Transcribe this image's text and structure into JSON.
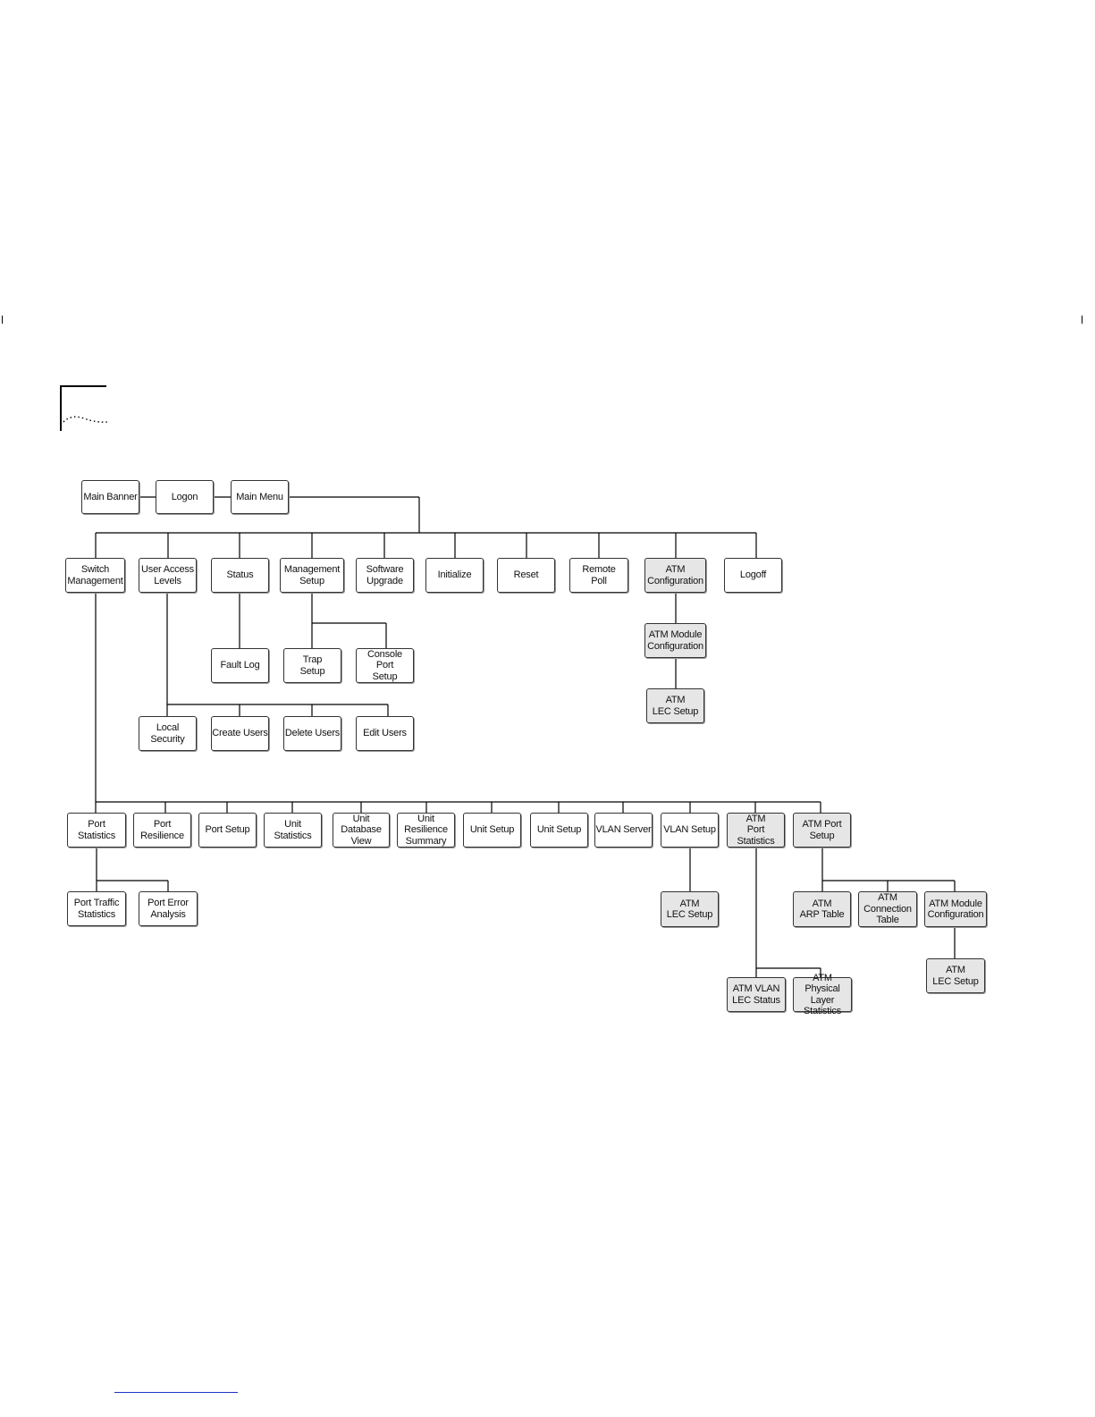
{
  "colors": {
    "line": "#000000",
    "box_border": "#333333",
    "atm_fill": "#e6e6e6",
    "plain_fill": "#ffffff",
    "link": "#1a33cc"
  },
  "nodes": {
    "main_banner": "Main Banner",
    "logon": "Logon",
    "main_menu": "Main Menu",
    "switch_management": "Switch\nManagement",
    "user_access_levels": "User Access\nLevels",
    "status": "Status",
    "management_setup": "Management\nSetup",
    "software_upgrade": "Software\nUpgrade",
    "initialize": "Initialize",
    "reset": "Reset",
    "remote_poll": "Remote\nPoll",
    "atm_configuration": "ATM\nConfiguration",
    "logoff": "Logoff",
    "fault_log": "Fault Log",
    "trap_setup": "Trap\nSetup",
    "console_port_setup": "Console\nPort\nSetup",
    "atm_module_configuration_1": "ATM Module\nConfiguration",
    "atm_lec_setup_1": "ATM\nLEC Setup",
    "local_security": "Local\nSecurity",
    "create_users": "Create Users",
    "delete_users": "Delete Users",
    "edit_users": "Edit Users",
    "port_statistics": "Port\nStatistics",
    "port_resilience": "Port\nResilience",
    "port_setup": "Port Setup",
    "unit_statistics": "Unit\nStatistics",
    "unit_database_view": "Unit\nDatabase\nView",
    "unit_resilience_summary": "Unit\nResilience\nSummary",
    "unit_setup_1": "Unit Setup",
    "unit_setup_2": "Unit Setup",
    "vlan_server": "VLAN Server",
    "vlan_setup": "VLAN Setup",
    "atm_port_statistics": "ATM\nPort\nStatistics",
    "atm_port_setup": "ATM Port\nSetup",
    "port_traffic_statistics": "Port Traffic\nStatistics",
    "port_error_analysis": "Port Error\nAnalysis",
    "atm_lec_setup_2": "ATM\nLEC Setup",
    "atm_arp_table": "ATM\nARP Table",
    "atm_connection_table": "ATM\nConnection\nTable",
    "atm_module_configuration_2": "ATM Module\nConfiguration",
    "atm_lec_setup_3": "ATM\nLEC Setup",
    "atm_vlan_lec_status": "ATM VLAN\nLEC Status",
    "atm_physical_layer_statistics": "ATM Physical\nLayer\nStatistics"
  }
}
